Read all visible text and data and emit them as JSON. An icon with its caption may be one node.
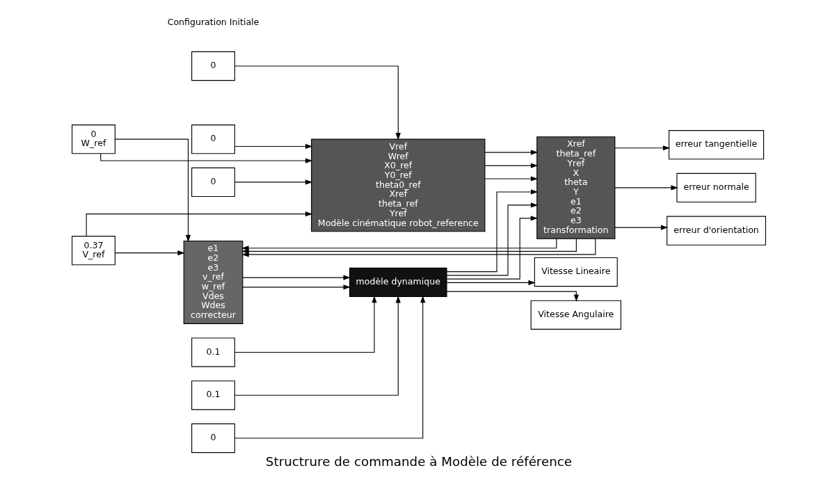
{
  "diagram": {
    "title": "Structrure de commande à Modèle de référence",
    "nodes": [
      {
        "text": [
          "0.37",
          "V_ref"
        ]
      },
      {
        "text": [
          "0",
          "W_ref"
        ]
      },
      {
        "text": [
          "0"
        ]
      },
      {
        "text": [
          "0"
        ]
      },
      {
        "text": [
          "0"
        ]
      },
      {
        "text": [
          "Vref",
          "Wref",
          "X0_ref",
          "Y0_ref",
          "theta0_ref",
          "Xref",
          "theta_ref",
          "Yref",
          "Modèle cinématique robot_reference"
        ]
      },
      {
        "text": [
          "e1",
          "e2",
          "e3",
          "v_ref",
          "w_ref",
          "Vdes",
          "Wdes",
          "correcteur"
        ]
      },
      {
        "text": [
          "modèle dynamique"
        ]
      },
      {
        "text": [
          "Xref",
          "theta_ref",
          "Yref",
          "X",
          "theta",
          "Y",
          "e1",
          "e2",
          "e3",
          "transformation"
        ]
      },
      {
        "text": [
          "erreur tangentielle"
        ]
      },
      {
        "text": [
          "erreur normale"
        ]
      },
      {
        "text": [
          "erreur d'orientation"
        ]
      },
      {
        "text": [
          "0.1"
        ]
      },
      {
        "text": [
          "0.1"
        ]
      },
      {
        "text": [
          "0"
        ]
      },
      {
        "text": [
          "Vitesse Angulaire"
        ]
      },
      {
        "text": [
          "Vitesse Lineaire"
        ]
      }
    ],
    "edges": [
      {
        "from": 0,
        "to": 5,
        "arrow": "to"
      },
      {
        "from": 1,
        "to": 5,
        "arrow": "to"
      },
      {
        "from": 2,
        "to": 5,
        "arrow": "to"
      },
      {
        "from": 3,
        "to": 5,
        "arrow": "to"
      },
      {
        "from": 4,
        "to": 5,
        "arrow": "to"
      },
      {
        "from": 0,
        "to": 6,
        "arrow": "to"
      },
      {
        "from": 1,
        "to": 6,
        "arrow": "to"
      },
      {
        "from": 5,
        "to": 8,
        "arrow": "to"
      },
      {
        "from": 5,
        "to": 8,
        "arrow": "to"
      },
      {
        "from": 5,
        "to": 8,
        "arrow": "to"
      },
      {
        "from": 6,
        "to": 7,
        "arrow": "to"
      },
      {
        "from": 6,
        "to": 7,
        "arrow": "to"
      },
      {
        "from": 12,
        "to": 7,
        "arrow": "to"
      },
      {
        "from": 13,
        "to": 7,
        "arrow": "to"
      },
      {
        "from": 14,
        "to": 7,
        "arrow": "to"
      },
      {
        "from": 7,
        "to": 8,
        "arrow": "to"
      },
      {
        "from": 7,
        "to": 8,
        "arrow": "to"
      },
      {
        "from": 7,
        "to": 8,
        "arrow": "to"
      },
      {
        "from": 7,
        "to": 16,
        "arrow": "to"
      },
      {
        "from": 7,
        "to": 15,
        "arrow": "to"
      },
      {
        "from": 8,
        "to": 9,
        "arrow": "to"
      },
      {
        "from": 8,
        "to": 10,
        "arrow": "to"
      },
      {
        "from": 8,
        "to": 11,
        "arrow": "to"
      },
      {
        "from": 8,
        "to": 6,
        "arrow": "to"
      },
      {
        "from": 8,
        "to": 6,
        "arrow": "to"
      },
      {
        "from": 8,
        "to": 6,
        "arrow": "to"
      }
    ],
    "labels": [
      "Configuration Initiale"
    ]
  }
}
